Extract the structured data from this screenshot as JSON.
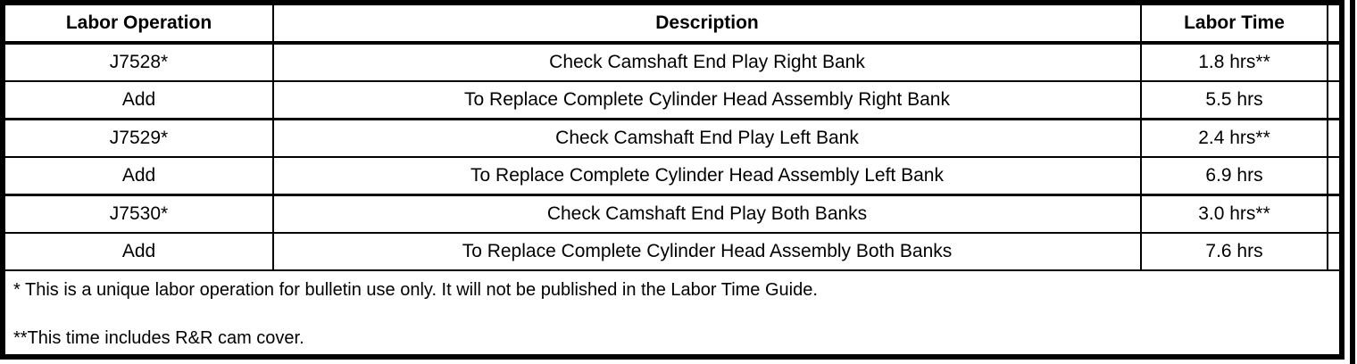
{
  "table": {
    "header": {
      "labor_operation": "Labor Operation",
      "description": "Description",
      "labor_time": "Labor Time"
    },
    "rows": [
      {
        "op": "J7528*",
        "desc": "Check Camshaft End Play Right Bank",
        "time": "1.8 hrs**"
      },
      {
        "op": "Add",
        "desc": "To Replace Complete Cylinder Head Assembly Right Bank",
        "time": "5.5 hrs"
      },
      {
        "op": "J7529*",
        "desc": "Check Camshaft End Play Left Bank",
        "time": "2.4 hrs**"
      },
      {
        "op": "Add",
        "desc": "To Replace Complete Cylinder Head Assembly Left Bank",
        "time": "6.9 hrs"
      },
      {
        "op": "J7530*",
        "desc": "Check Camshaft End Play Both Banks",
        "time": "3.0 hrs**"
      },
      {
        "op": "Add",
        "desc": "To Replace Complete Cylinder Head Assembly Both Banks",
        "time": "7.6 hrs"
      }
    ],
    "footnotes": {
      "note1": "* This is a unique labor operation for bulletin use only. It will not be published in the Labor Time Guide.",
      "note2": "**This time includes R&R cam cover."
    }
  },
  "colors": {
    "border": "#000000",
    "text": "#000000",
    "background": "#ffffff"
  }
}
